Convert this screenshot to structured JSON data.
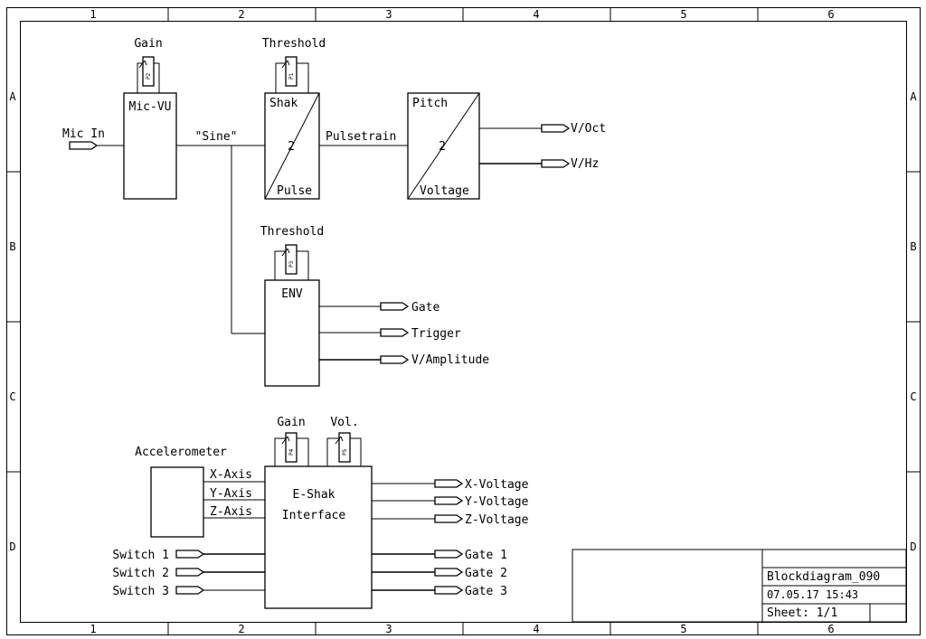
{
  "frame": {
    "columns": [
      "1",
      "2",
      "3",
      "4",
      "5",
      "6"
    ],
    "rows": [
      "A",
      "B",
      "C",
      "D"
    ]
  },
  "blocks": {
    "mic_vu": {
      "title": "Mic-VU",
      "pot_label": "Gain",
      "pot_id": "P2"
    },
    "shak_pulse": {
      "top": "Shak",
      "mid": "2",
      "bottom": "Pulse",
      "pot_label": "Threshold",
      "pot_id": "P1"
    },
    "pitch_voltage": {
      "top": "Pitch",
      "mid": "2",
      "bottom": "Voltage"
    },
    "env": {
      "title": "ENV",
      "pot_label": "Threshold",
      "pot_id": "P3"
    },
    "accelerometer": {
      "title": "Accelerometer",
      "axes": [
        "X-Axis",
        "Y-Axis",
        "Z-Axis"
      ]
    },
    "eshak": {
      "line1": "E-Shak",
      "line2": "Interface",
      "pot1_label": "Gain",
      "pot1_id": "P4",
      "pot2_label": "Vol.",
      "pot2_id": "P5"
    }
  },
  "signals": {
    "mic_in": "Mic In",
    "sine": "\"Sine\"",
    "pulsetrain": "Pulsetrain"
  },
  "ports": {
    "pitch_out": [
      "V/Oct",
      "V/Hz"
    ],
    "env_out": [
      "Gate",
      "Trigger",
      "V/Amplitude"
    ],
    "eshak_in": [
      "Switch 1",
      "Switch 2",
      "Switch 3"
    ],
    "eshak_voltage_out": [
      "X-Voltage",
      "Y-Voltage",
      "Z-Voltage"
    ],
    "eshak_gate_out": [
      "Gate 1",
      "Gate 2",
      "Gate 3"
    ]
  },
  "title_block": {
    "name": "Blockdiagram_090",
    "datetime": "07.05.17 15:43",
    "sheet": "Sheet: 1/1"
  }
}
